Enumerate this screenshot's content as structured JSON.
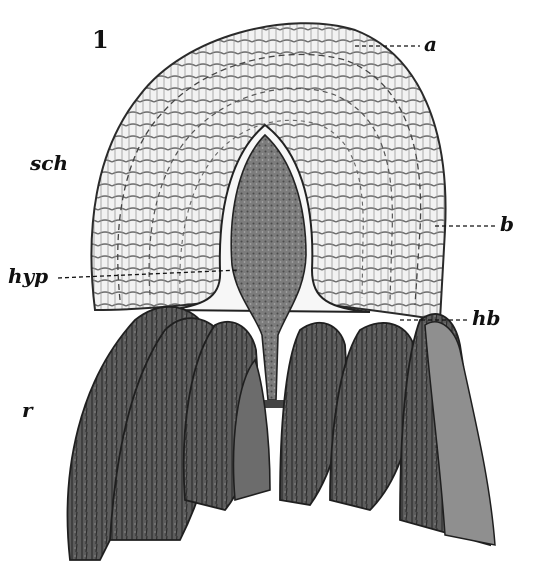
{
  "figure": {
    "number": "1",
    "labels": {
      "a": "a",
      "b": "b",
      "sch": "sch",
      "hyp": "hyp",
      "hb": "hb",
      "r": "r"
    }
  },
  "colors": {
    "ink": "#1a1a1a",
    "paper": "#ffffff",
    "hypanthium_fill": "#8a8a8a",
    "bract_fill": "#5a5a5a",
    "rim_fill": "#f4f4f4"
  }
}
